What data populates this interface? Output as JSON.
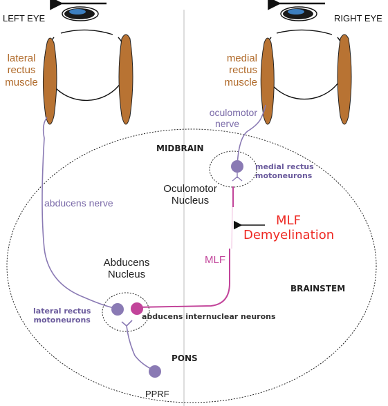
{
  "labels": {
    "left_eye": "LEFT EYE",
    "right_eye": "RIGHT EYE",
    "lateral_rectus_muscle": [
      "lateral",
      "rectus",
      "muscle"
    ],
    "medial_rectus_muscle": [
      "medial",
      "rectus",
      "muscle"
    ],
    "oculomotor_nerve": [
      "oculomotor",
      "nerve"
    ],
    "midbrain": "MIDBRAIN",
    "medial_rectus_motoneurons": [
      "medial rectus",
      "motoneurons"
    ],
    "oculomotor_nucleus": [
      "Oculomotor",
      "Nucleus"
    ],
    "abducens_nerve": "abducens nerve",
    "mlf_demyelination": [
      "MLF",
      "Demyelination"
    ],
    "mlf": "MLF",
    "abducens_nucleus": [
      "Abducens",
      "Nucleus"
    ],
    "brainstem": "BRAINSTEM",
    "lateral_rectus_motoneurons": [
      "lateral rectus",
      "motoneurons"
    ],
    "abducens_internuclear_neurons": "abducens internuclear neurons",
    "pons": "PONS",
    "pprf": "PPRF"
  },
  "colors": {
    "muscle_fill": "#b87333",
    "muscle_text": "#b06a2a",
    "nerve": "#7a6aa8",
    "neuron_purple": "#8a7ab4",
    "neuron_magenta": "#c2449a",
    "lesion_text": "#ee2a24",
    "iris": "#3d7fc0"
  },
  "arrows": {
    "gaze_direction": "left"
  }
}
